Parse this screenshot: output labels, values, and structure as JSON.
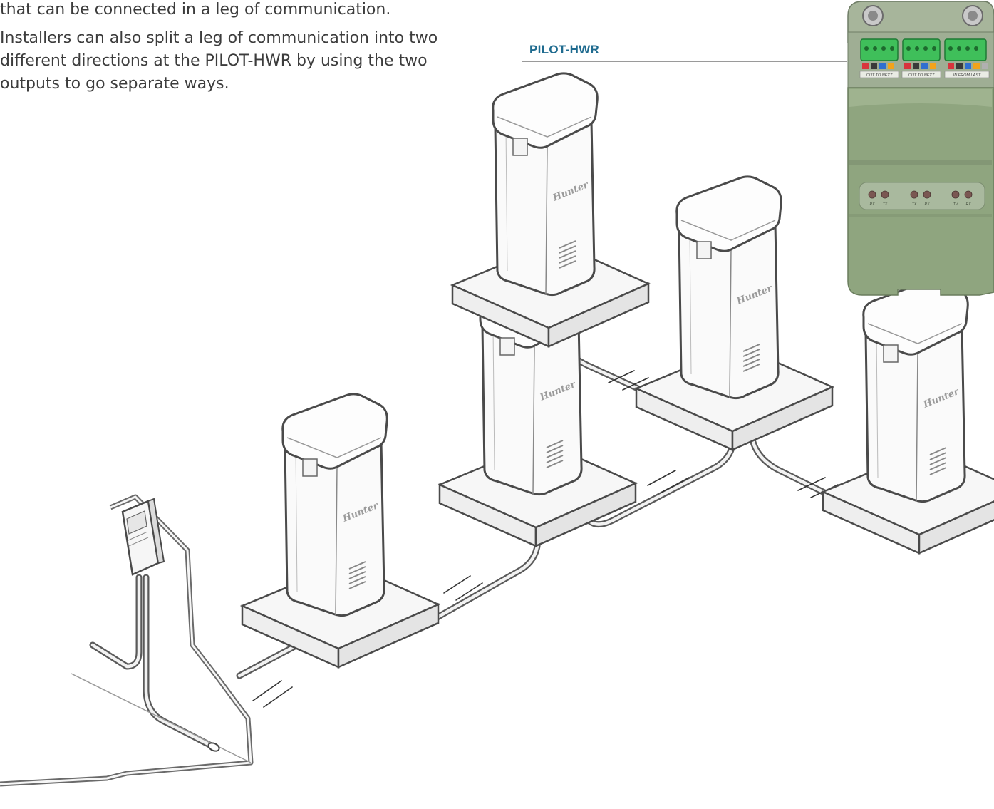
{
  "text": {
    "paragraph_1": "that can be connected in a leg of communication.",
    "paragraph_2": "Installers can also split a leg of communication into two different directions at the PILOT-HWR by using the two outputs to go separate ways."
  },
  "caption": {
    "label": "PILOT-HWR",
    "color": "#1f6b8f"
  },
  "device": {
    "body_color": "#8fa57f",
    "terminal_color": "#3fbf5a",
    "port_labels": [
      "OUT TO NEXT",
      "OUT TO NEXT",
      "IN FROM LAST"
    ],
    "led_labels": [
      [
        "RX",
        "TX"
      ],
      [
        "TX",
        "RX"
      ],
      [
        "TV",
        "RX"
      ]
    ],
    "wire_colors": [
      "#d8343c",
      "#3a3a3a",
      "#2f6fd0",
      "#f2a31b",
      "#b0b0b0"
    ]
  },
  "diagram": {
    "pedestal_brand": "Hunter"
  }
}
